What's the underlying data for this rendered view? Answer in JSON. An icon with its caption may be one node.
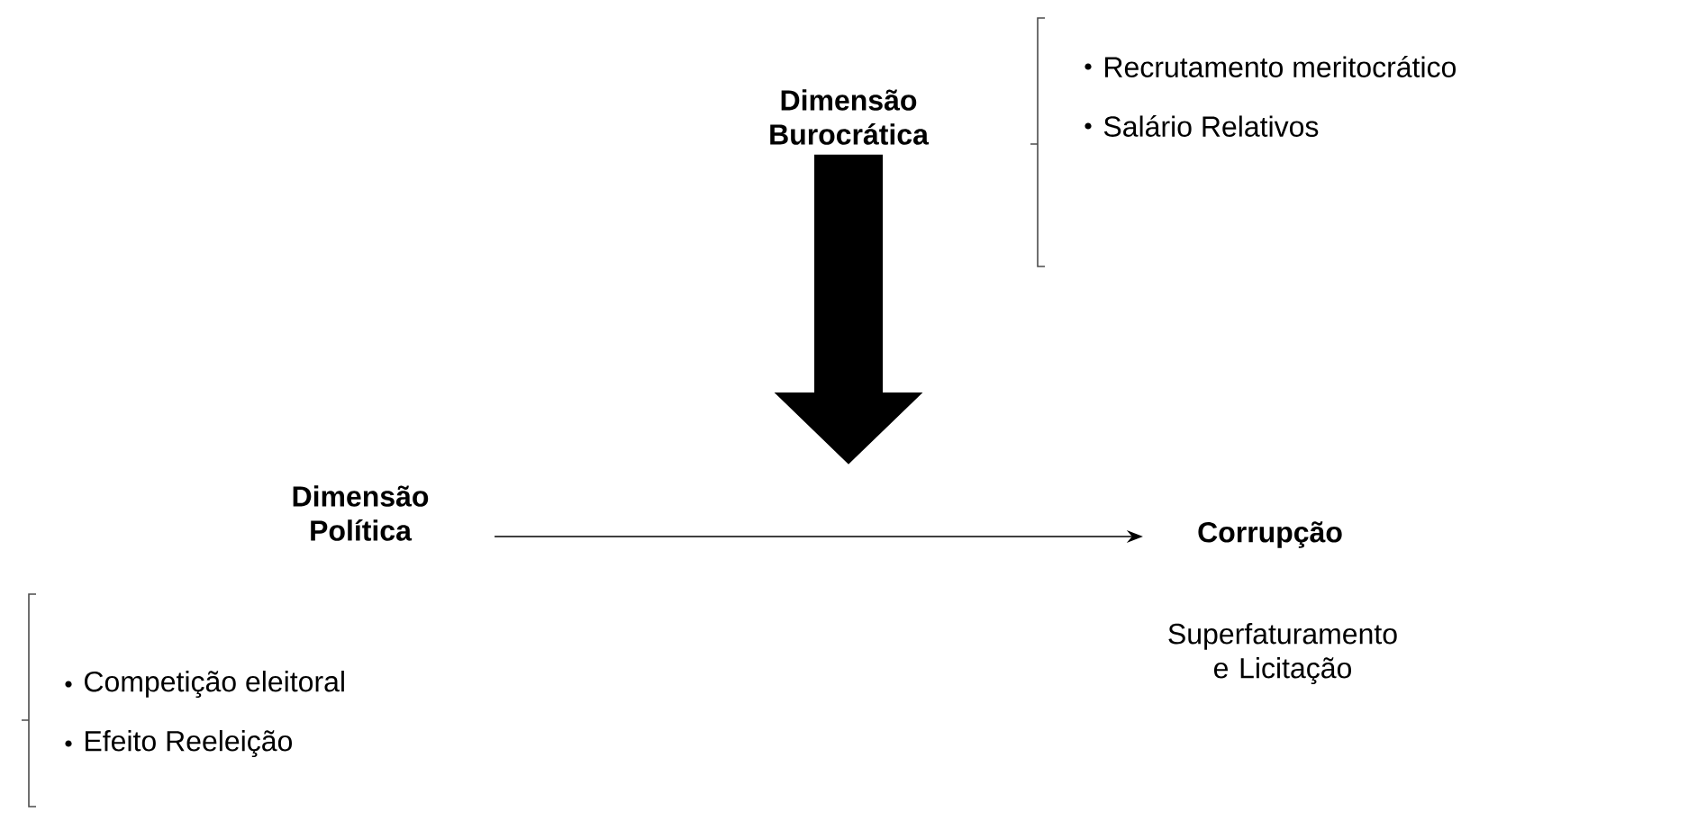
{
  "diagram": {
    "nodes": [
      {
        "text": [
          "Dimensão Burocrática"
        ]
      },
      {
        "text": [
          "Dimensão Política"
        ]
      },
      {
        "text": [
          "Corrupção"
        ],
        "beside": [
          "Superfaturamento e Licitação"
        ]
      }
    ],
    "edges": [
      {
        "from": 0,
        "to": null,
        "arrow": "to",
        "style": "thick"
      },
      {
        "from": 1,
        "to": 2,
        "arrow": "to"
      }
    ],
    "labels": [
      "Recrutamento meritocrático",
      "Salário Relativos",
      "Competição eleitoral",
      "Efeito Reeleição"
    ]
  }
}
